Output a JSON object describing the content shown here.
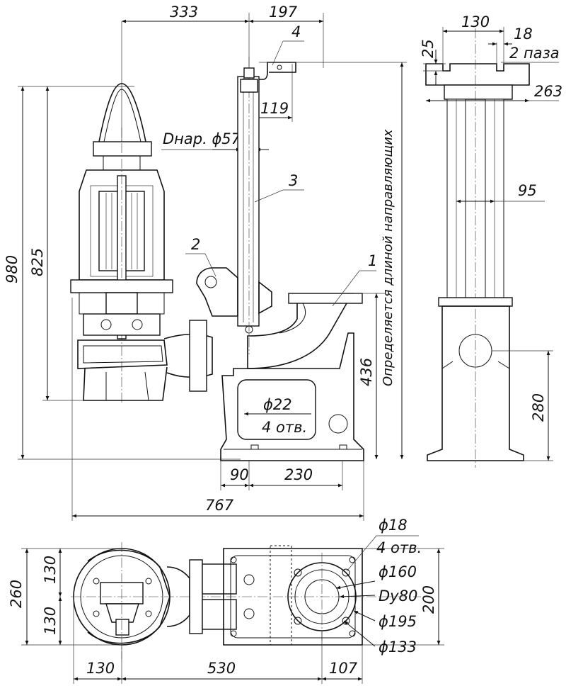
{
  "front_view": {
    "dims": {
      "d333": "333",
      "d197": "197",
      "d119": "119",
      "d980": "980",
      "d825": "825",
      "d436": "436",
      "d90": "90",
      "d230": "230",
      "d767": "767"
    },
    "labels": {
      "outer_diameter": "Dнар. ϕ57",
      "hole_diameter": "ϕ22",
      "hole_count": "4 отв.",
      "guide_length_note": "Определяется длиной направляющих"
    },
    "callouts": [
      "1",
      "2",
      "3",
      "4"
    ]
  },
  "side_view": {
    "dims": {
      "d130": "130",
      "d18": "18",
      "d25": "25",
      "slots": "2 паза",
      "d263": "263",
      "d95": "95",
      "d280": "280"
    }
  },
  "plan_view": {
    "dims": {
      "d260": "260",
      "d130a": "130",
      "d130b": "130",
      "d200": "200",
      "b130": "130",
      "b530": "530",
      "b107": "107"
    },
    "labels": {
      "phi18": "ϕ18",
      "holes4": "4 отв.",
      "phi160": "ϕ160",
      "dy80": "Dy80",
      "phi195": "ϕ195",
      "phi133": "ϕ133"
    }
  }
}
